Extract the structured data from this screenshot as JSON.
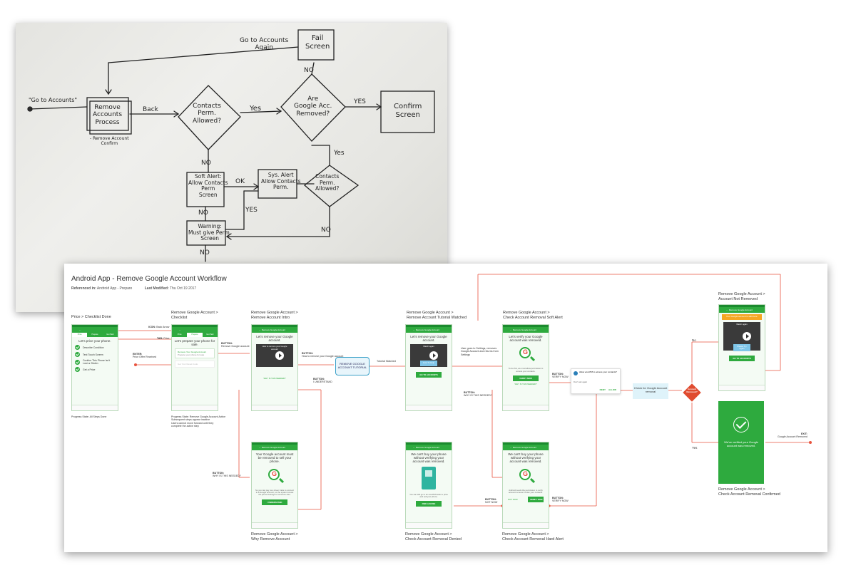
{
  "whiteboard": {
    "start": "\"Go to Accounts\"",
    "remove_process": "Remove\nAccounts\nProcess",
    "remove_confirm": "- Remove Account\nConfirm",
    "back": "Back",
    "contacts_q1": "Contacts\nPerm.\nAllowed?",
    "yes1": "Yes",
    "removed_q": "Are\nGoogle Acc.\nRemoved?",
    "yes2": "YES",
    "confirm_screen": "Confirm\nScreen",
    "fail_screen": "Fail\nScreen",
    "go_again": "Go to Accounts\nAgain",
    "no_top": "NO",
    "no_mid": "NO",
    "yes_back": "Yes",
    "soft_alert": "Soft Alert:\nAllow Contacts\nPerm\nScreen",
    "ok": "OK",
    "sys_alert": "Sys. Alert\nAllow Contacts\nPerm.",
    "contacts_q2": "Contacts\nPerm.\nAllowed?",
    "no_soft": "NO",
    "yes_warn": "YES",
    "no_bottom": "NO",
    "warning": "Warning:\nMust give Perm.\nScreen",
    "no_end": "NO"
  },
  "doc": {
    "title": "Android App - Remove Google Account Workflow",
    "ref_label": "Referenced in:",
    "ref_value": "Android App - Prepare",
    "mod_label": "Last Modified:",
    "mod_value": "Thu Oct 19 2017"
  },
  "screens": {
    "price_title": "Price > Checklist Done",
    "price_heading": "Let's price your phone.",
    "price_tabs": [
      "Price",
      "Prepare",
      "Get Paid"
    ],
    "price_items": [
      "Describe Condition",
      "Test Touch Screen",
      "Confirm This Phone Isn't Lost or Stolen",
      "Get a Price"
    ],
    "price_note": "Progress State: All Steps Done",
    "checklist_title": "Remove Google Account >\nChecklist",
    "checklist_heading": "Let's prepare your phone for sale.",
    "checklist_step1": "Remove Your Google Account",
    "checklist_step1_sub": "Prepare your phone for sale",
    "checklist_step2": "Get Your Reset Code",
    "checklist_note": "Progress State: Remove Google Account Active\nSubsequent steps appear inactive\nUsers cannot move forward until they\ncomplete the active step",
    "intro_title": "Remove Google Account >\nRemove Account Intro",
    "intro_heading": "Let's remove your Google account.",
    "intro_video": "How to remove your Google account",
    "intro_link": "WHY IS THIS NEEDED?",
    "why_title": "Remove Google Account >\nWhy Remove Account",
    "why_heading": "Your Google account must be removed to sell your phone.",
    "why_body": "So you can pay us a sheer trade to connect to a Google account, so the system knows the phone belongs to someone else.",
    "why_btn": "I UNDERSTAND",
    "watched_title": "Remove Google Account >\nRemove Account Tutorial Watched",
    "watched_heading": "Let's remove your Google account.",
    "watched_video": "Watch again",
    "watched_badge": "How To Help",
    "watched_btn": "GO TO ACCOUNTS",
    "denied_title": "Remove Google Account >\nCheck Account Removal Denied",
    "denied_heading": "We can't buy your phone without verifying your account was removed.",
    "denied_body": "You can still go to an ecoATM kiosk to price and sell your phone.",
    "denied_btn": "FIND A KIOSK",
    "soft_title": "Remove Google Account >\nCheck Account Removal Soft Alert",
    "soft_heading": "Let's verify your Google account was removed.",
    "soft_body": "To do this, we must allow permission to access your contacts.",
    "soft_btn": "VERIFY NOW",
    "soft_link": "WHY IS THIS NEEDED?",
    "hard_title": "Remove Google Account >\nCheck Account Removal Hard Alert",
    "hard_heading": "We can't buy your phone without verifying your account was removed.",
    "hard_body": "Android needs the permission to verify account removal. Under your contacts.",
    "hard_btn_no": "NOT NOW",
    "hard_btn_yes": "VERIFY NOW",
    "notremoved_title": "Remove Google Account >\nAccount Not Removed",
    "notremoved_warn": "Your Google account is still there.",
    "notremoved_video": "Watch again",
    "notremoved_badge": "Please Try Again",
    "notremoved_btn": "GO TO ACCOUNTS",
    "confirmed_title": "Remove Google Account >\nCheck Account Removal Confirmed",
    "confirmed_text": "We've verified your Google account was removed."
  },
  "flow": {
    "tutorial": "REMOVE GOOGLE ACCOUNT TUTORIAL",
    "tutorial_watched": "Tutorial Watched",
    "settings_note": "User goes to Settings, removes Google Account and returns from Settings",
    "sys_question": "Allow ecoATM to access your contacts?",
    "sys_checkbox": "Don't ask again",
    "sys_deny": "DENY",
    "sys_allow": "ALLOW",
    "check_box": "Check for Google Account removal",
    "decision": "Account Removed?",
    "no": "No",
    "yes": "Yes",
    "exit_label": "EXIT:",
    "exit_value": "Google Account Removed",
    "icon_label": "ICON:",
    "icon_value": "Back Arrow",
    "tab_label": "TAB:",
    "tab_value": "Price",
    "enter_label": "ENTER:",
    "enter_value": "Price Offer Received",
    "btn_label": "BUTTON:",
    "btn_remove": "Remove Google account",
    "btn_how": "How to remove your Google account",
    "btn_understand": "I UNDERSTAND",
    "btn_why": "WHY IS THIS NEEDED?",
    "btn_why2": "WHY IS THIS NEEDED?",
    "btn_verify": "VERIFY NOW",
    "btn_notnow": "NOT NOW",
    "btn_verify2": "VERIFY NOW"
  },
  "colors": {
    "accent": "#2eaa3e",
    "connector": "#e8543f",
    "decision": "#e04b2f"
  }
}
